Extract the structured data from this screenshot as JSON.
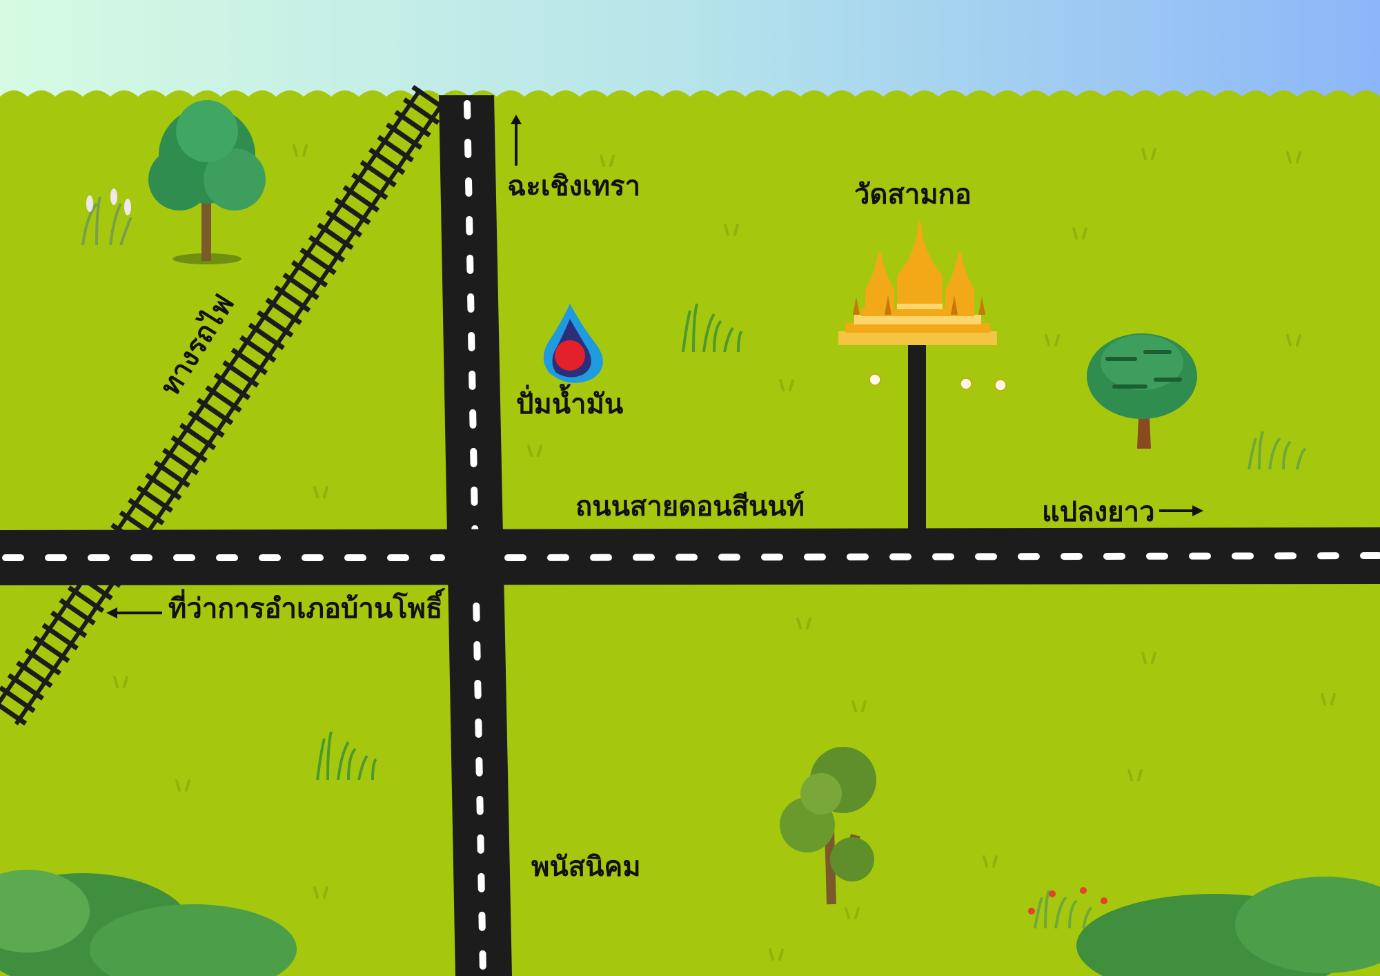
{
  "labels": {
    "north": "ฉะเชิงเทรา",
    "temple": "วัดสามกอ",
    "gas": "ปั่มน้ำมัน",
    "railway": "ทางรถไฟ",
    "main_road": "ถนนสายดอนสีนนท์",
    "east": "แปลงยาว",
    "district_office": "ที่ว่าการอำเภอบ้านโพธิ์",
    "south": "พนัสนิคม"
  },
  "colors": {
    "grass": "#a4c80d",
    "road": "#1c1c1c",
    "road_marking": "#ffffff",
    "sky_left": "#d2f7e0",
    "sky_right": "#8fb8f7",
    "temple_gold": "#f3a917",
    "gas_blue": "#1f9be0",
    "gas_red": "#e4202a"
  },
  "icons": [
    "tree-icon",
    "temple-icon",
    "gas-station-icon",
    "railway-icon",
    "grass-tuft-icon",
    "arrow-icon"
  ]
}
